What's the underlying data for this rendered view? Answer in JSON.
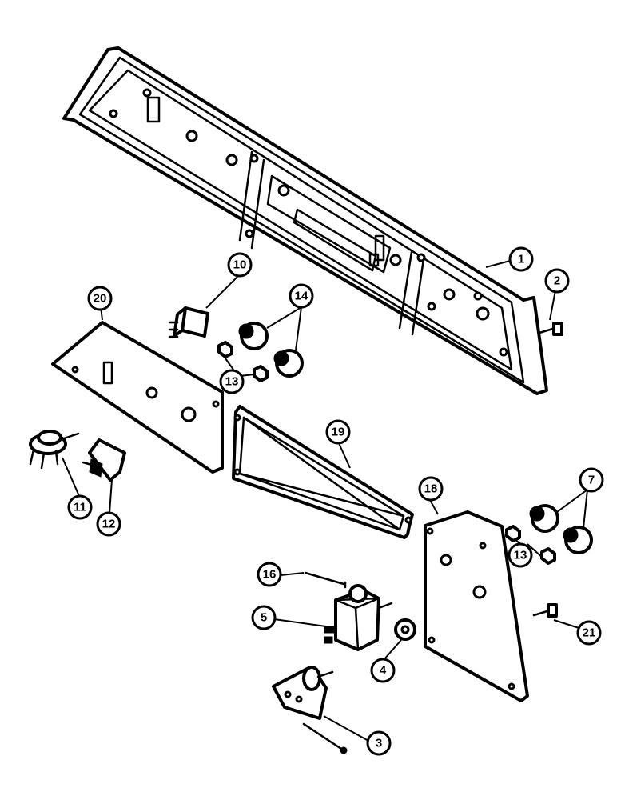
{
  "callouts": [
    {
      "id": "1",
      "label": "1"
    },
    {
      "id": "2",
      "label": "2"
    },
    {
      "id": "3",
      "label": "3"
    },
    {
      "id": "4",
      "label": "4"
    },
    {
      "id": "5",
      "label": "5"
    },
    {
      "id": "7",
      "label": "7"
    },
    {
      "id": "10",
      "label": "10"
    },
    {
      "id": "11",
      "label": "11"
    },
    {
      "id": "12",
      "label": "12"
    },
    {
      "id": "13a",
      "label": "13"
    },
    {
      "id": "13b",
      "label": "13"
    },
    {
      "id": "14",
      "label": "14"
    },
    {
      "id": "16",
      "label": "16"
    },
    {
      "id": "18",
      "label": "18"
    },
    {
      "id": "19",
      "label": "19"
    },
    {
      "id": "20",
      "label": "20"
    },
    {
      "id": "21",
      "label": "21"
    }
  ],
  "colors": {
    "line": "#000000",
    "background": "#ffffff"
  }
}
